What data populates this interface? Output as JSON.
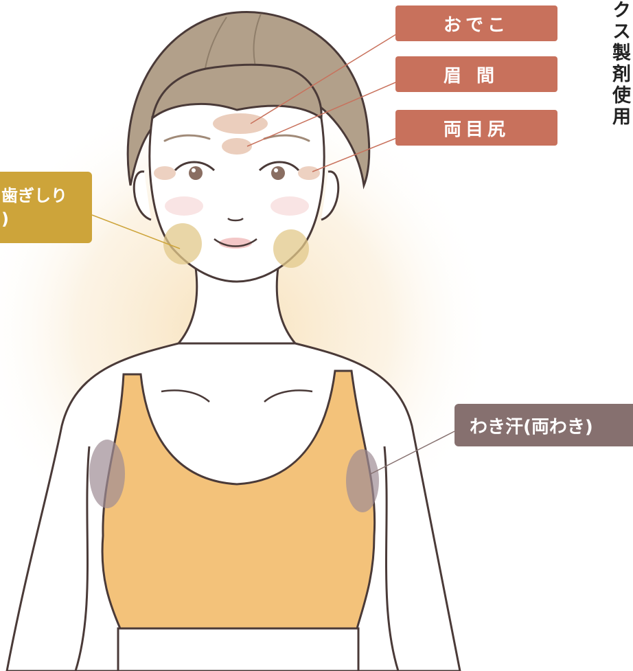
{
  "title_vertical": "クス製剤使用",
  "labels": {
    "forehead": "おでこ",
    "glabella": "眉間",
    "outer_eyes": "両目尻",
    "jaw_line1": "歯ぎしり",
    "jaw_line2": ")",
    "armpit": "わき汗(両わき)"
  },
  "colors": {
    "coral_label": "#c8715c",
    "jaw_label": "#cda43a",
    "armpit_label": "#86706f",
    "top_fill": "#f3c27a",
    "hair": "#b2a08a",
    "skin_outline": "#4a3a38"
  }
}
